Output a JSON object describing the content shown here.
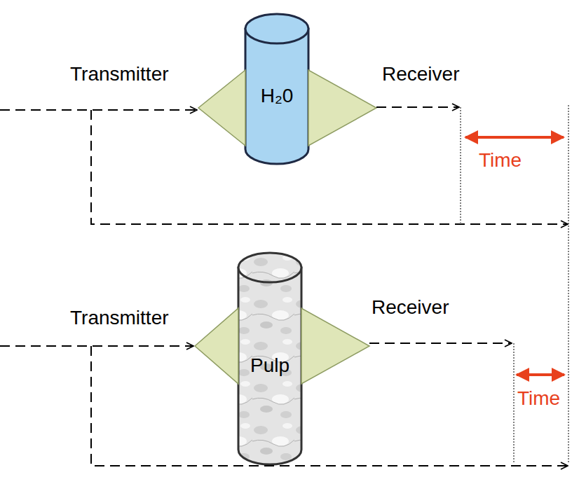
{
  "diagram": {
    "nodes": [
      {
        "text": [
          "H₂0"
        ]
      },
      {
        "text": [
          "Pulp"
        ]
      }
    ],
    "labels": [
      "Transmitter",
      "Receiver",
      "Time",
      "Transmitter",
      "Receiver",
      "Time"
    ]
  }
}
